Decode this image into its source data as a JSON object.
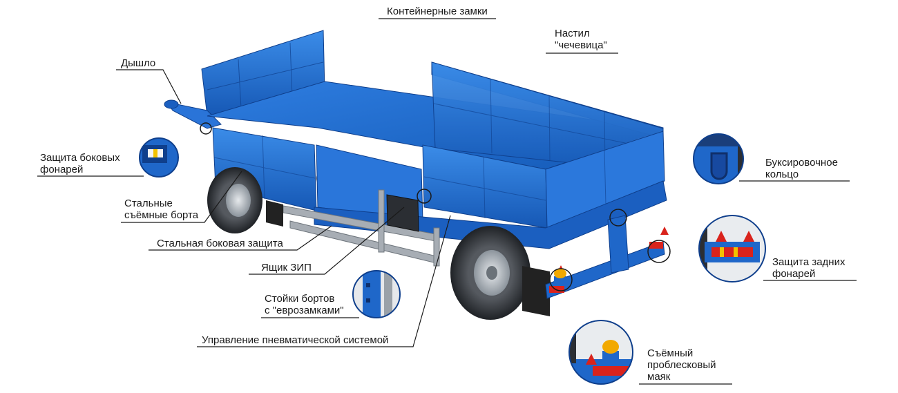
{
  "labels": {
    "container_locks": "Контейнерные замки",
    "flooring_line1": "Настил",
    "flooring_line2": "\"чечевица\"",
    "drawbar": "Дышло",
    "side_light_protection_line1": "Защита боковых",
    "side_light_protection_line2": "фонарей",
    "steel_sides_line1": "Стальные",
    "steel_sides_line2": "съёмные борта",
    "side_guard": "Стальная боковая защита",
    "spare_parts_box": "Ящик ЗИП",
    "side_posts_line1": "Стойки бортов",
    "side_posts_line2": "с \"еврозамками\"",
    "pneumatic_control": "Управление пневматической системой",
    "towing_eye_line1": "Буксировочное",
    "towing_eye_line2": "кольцо",
    "rear_light_protection_line1": "Защита задних",
    "rear_light_protection_line2": "фонарей",
    "beacon_line1": "Съёмный",
    "beacon_line2": "проблесковый",
    "beacon_line3": "маяк"
  },
  "colors": {
    "trailer_blue": "#1f67c9",
    "trailer_blue_light": "#3f8be6",
    "trailer_blue_dark": "#0f3f8c",
    "tire": "#2b2e33",
    "steel": "#9aa1a8",
    "leader_line": "#1a1a1a",
    "beacon": "#f2a900",
    "reflector_red": "#d9231c"
  }
}
